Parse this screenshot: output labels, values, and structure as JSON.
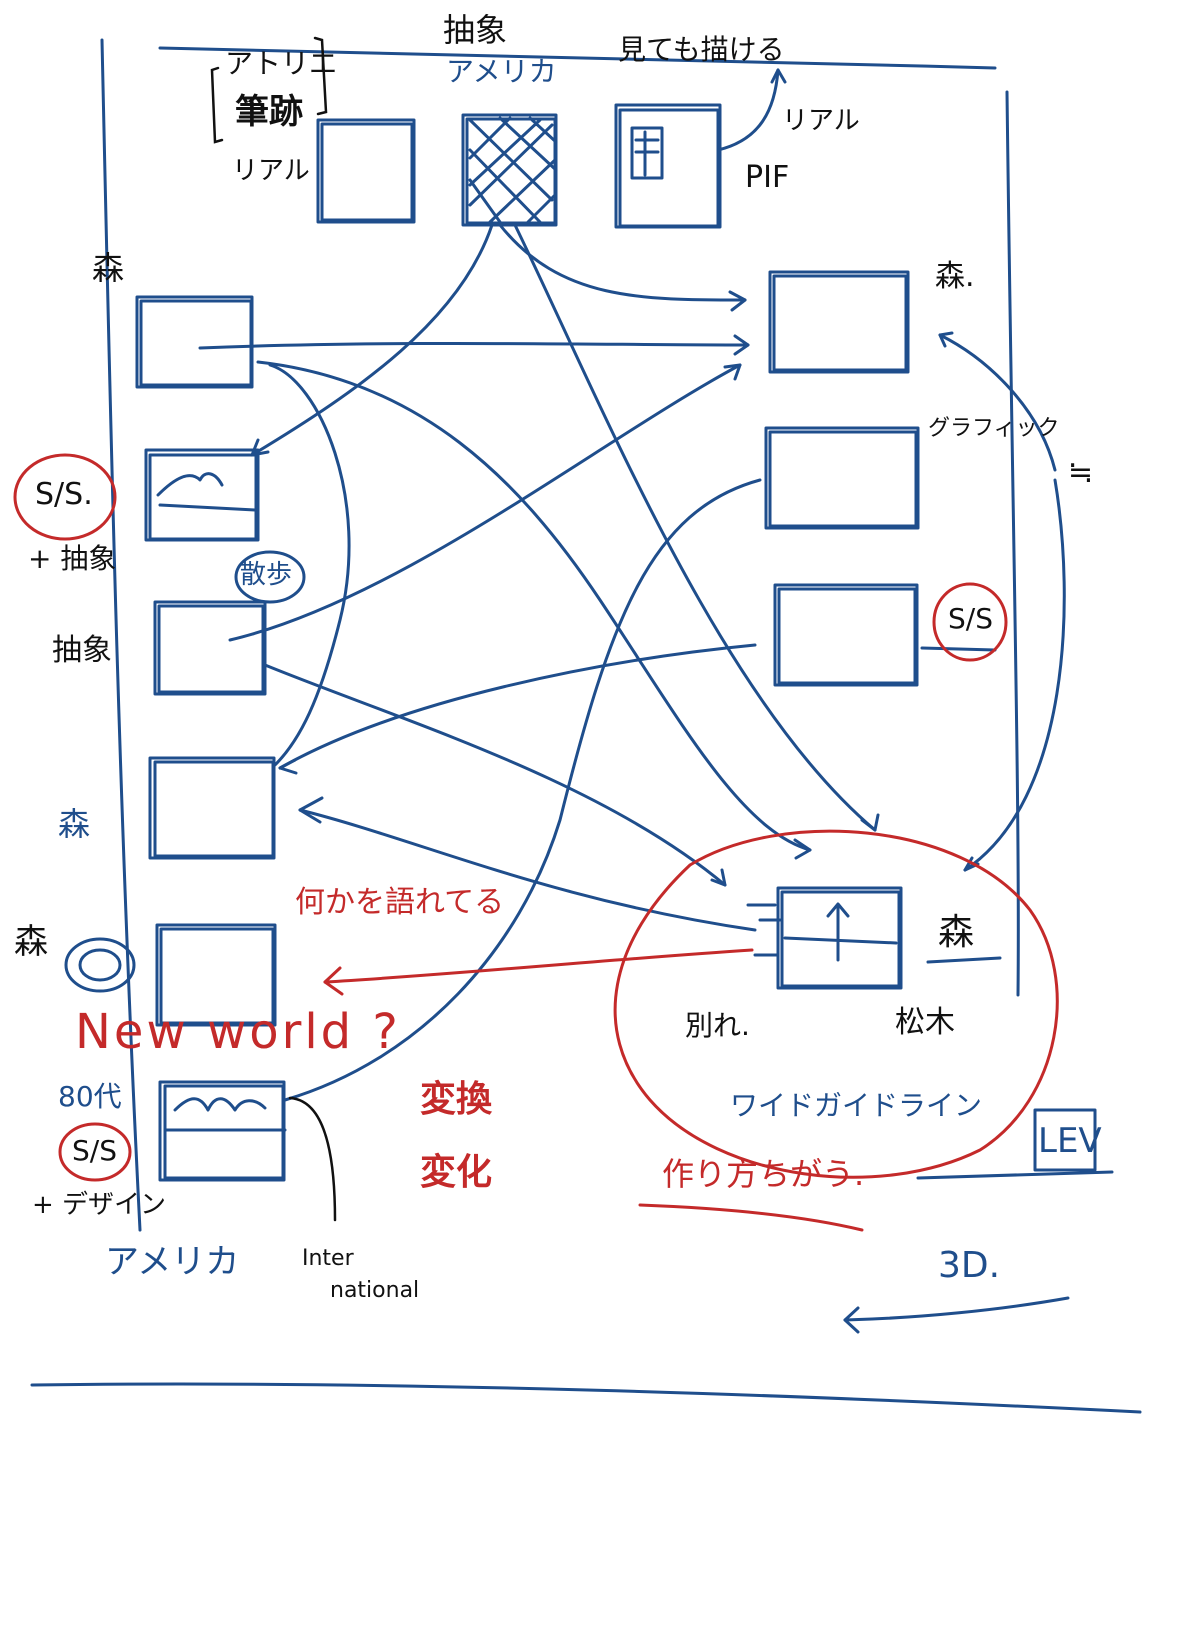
{
  "colors": {
    "ink_blue": "#1f4e8c",
    "ink_red": "#c42a2a",
    "ink_black": "#111111",
    "paper": "#ffffff"
  },
  "top": {
    "atelier": "アトリエ",
    "fude": "筆跡",
    "real_left": "リアル",
    "abstract": "抽象",
    "america_top": "アメリカ",
    "yokumaba": "見ても描ける",
    "real_right": "リアル",
    "pif": "PIF"
  },
  "left": {
    "mori1": "森",
    "ss_circle": "S/S.",
    "plus_abstract": "+ 抽象",
    "sanpo": "散歩",
    "abstract2": "抽象",
    "mori2": "森",
    "mori3": "森",
    "eighties": "80代",
    "ss_circle2": "S/S",
    "plus_design": "+ デザイン",
    "america_bottom": "アメリカ",
    "international_1": "Inter",
    "international_2": "national"
  },
  "right": {
    "mori_top": "森.",
    "graphic": "グラフィック",
    "equal": "≒",
    "ss_right": "S/S",
    "mori_center": "森",
    "betsu": "別れ.",
    "matsuki": "松木",
    "wide_guideline": "ワイドガイドライン",
    "lev": "LEV",
    "three_d": "3D."
  },
  "notes": {
    "nanika": "何かを語れてる",
    "new_world": "New world ?",
    "henkan": "変換",
    "henka": "変化",
    "tsukurikata": "作り方ちがう."
  }
}
